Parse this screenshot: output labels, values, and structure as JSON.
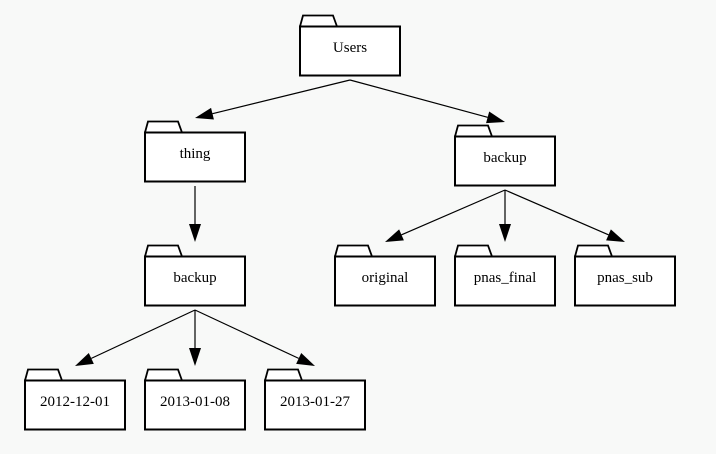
{
  "tree": {
    "nodes": {
      "users": "Users",
      "thing": "thing",
      "backup_right": "backup",
      "backup_left": "backup",
      "original": "original",
      "pnas_final": "pnas_final",
      "pnas_sub": "pnas_sub",
      "d1": "2012-12-01",
      "d2": "2013-01-08",
      "d3": "2013-01-27"
    },
    "edges": [
      [
        "users",
        "thing"
      ],
      [
        "users",
        "backup_right"
      ],
      [
        "thing",
        "backup_left"
      ],
      [
        "backup_right",
        "original"
      ],
      [
        "backup_right",
        "pnas_final"
      ],
      [
        "backup_right",
        "pnas_sub"
      ],
      [
        "backup_left",
        "d1"
      ],
      [
        "backup_left",
        "d2"
      ],
      [
        "backup_left",
        "d3"
      ]
    ]
  },
  "colors": {
    "background": "#f8f9f8",
    "stroke": "#000000",
    "fill": "#ffffff"
  }
}
